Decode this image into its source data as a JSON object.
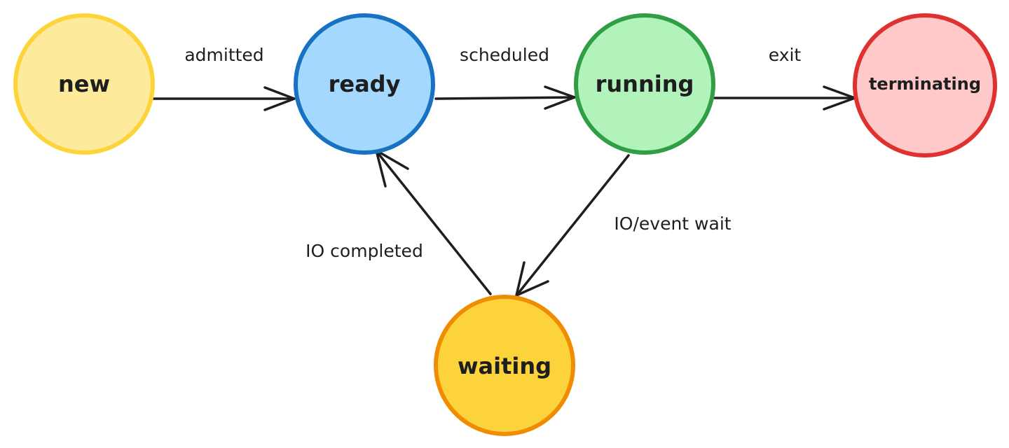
{
  "diagram": {
    "states": [
      {
        "id": "new",
        "label": "new",
        "fill": "#fdea9b",
        "stroke": "#fcd33a"
      },
      {
        "id": "ready",
        "label": "ready",
        "fill": "#a5d8ff",
        "stroke": "#1971c2"
      },
      {
        "id": "running",
        "label": "running",
        "fill": "#b2f2bb",
        "stroke": "#2f9e44"
      },
      {
        "id": "terminating",
        "label": "terminating",
        "fill": "#ffc9c9",
        "stroke": "#e03131"
      },
      {
        "id": "waiting",
        "label": "waiting",
        "fill": "#fcd33a",
        "stroke": "#f08c00"
      }
    ],
    "transitions": [
      {
        "from": "new",
        "to": "ready",
        "label": "admitted"
      },
      {
        "from": "ready",
        "to": "running",
        "label": "scheduled"
      },
      {
        "from": "running",
        "to": "terminating",
        "label": "exit"
      },
      {
        "from": "running",
        "to": "waiting",
        "label": "IO/event wait"
      },
      {
        "from": "waiting",
        "to": "ready",
        "label": "IO completed"
      }
    ]
  }
}
